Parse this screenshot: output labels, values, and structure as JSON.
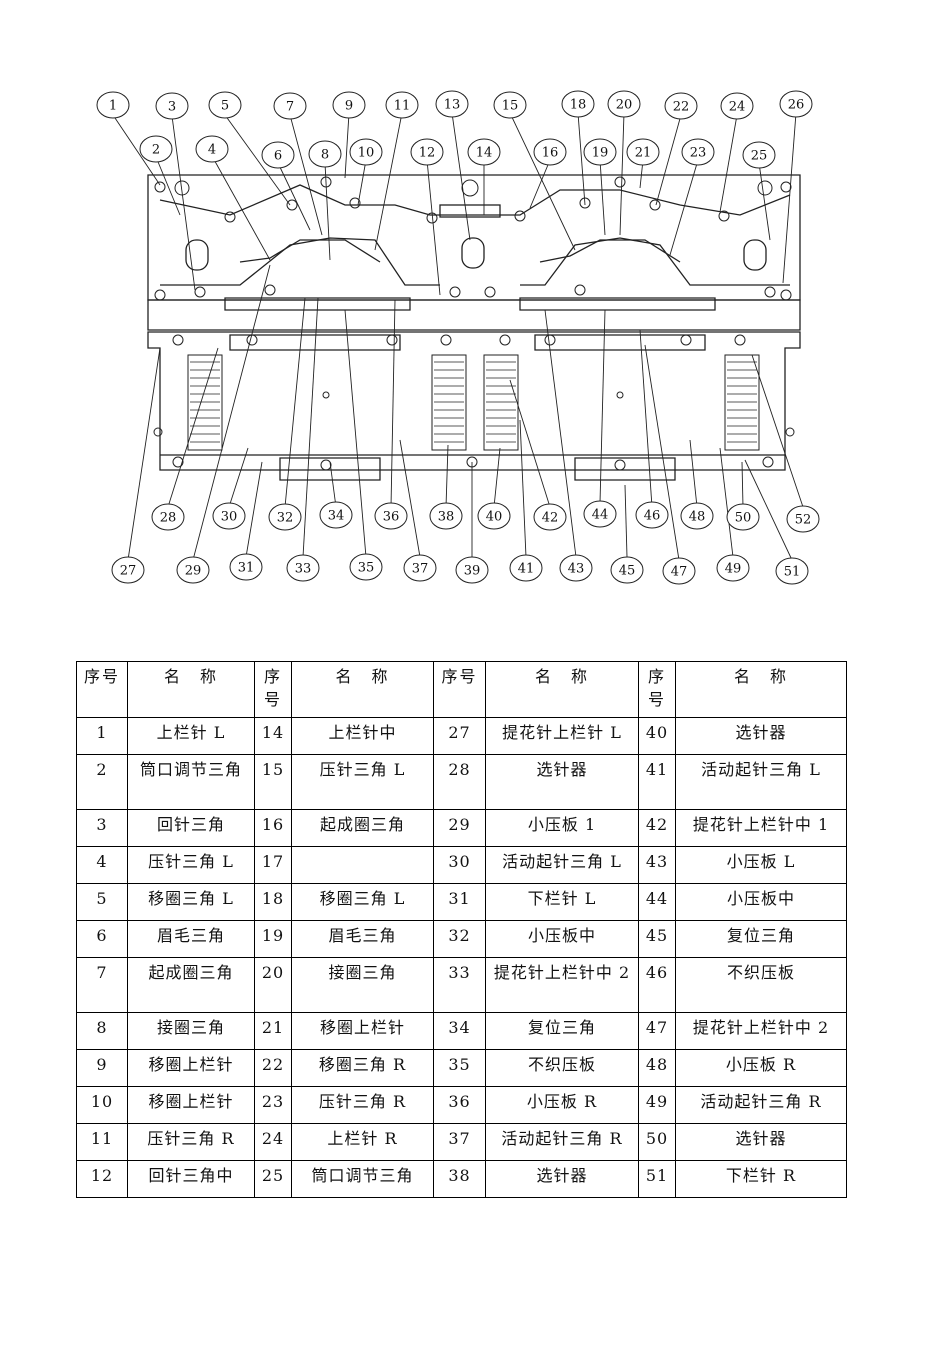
{
  "diagram": {
    "callouts_top": [
      "1",
      "2",
      "3",
      "4",
      "5",
      "6",
      "7",
      "8",
      "9",
      "10",
      "11",
      "12",
      "13",
      "14",
      "15",
      "16",
      "18",
      "19",
      "20",
      "21",
      "22",
      "23",
      "24",
      "25",
      "26"
    ],
    "callouts_bottom": [
      "27",
      "28",
      "29",
      "30",
      "31",
      "32",
      "33",
      "34",
      "35",
      "36",
      "37",
      "38",
      "39",
      "40",
      "41",
      "42",
      "43",
      "44",
      "45",
      "46",
      "47",
      "48",
      "49",
      "50",
      "51",
      "52"
    ]
  },
  "table": {
    "header": {
      "num": "序号",
      "name": "名　称"
    },
    "rows": [
      [
        {
          "n": "1",
          "name": "上栏针 L"
        },
        {
          "n": "14",
          "name": "上栏针中"
        },
        {
          "n": "27",
          "name": "提花针上栏针 L"
        },
        {
          "n": "40",
          "name": "选针器"
        }
      ],
      [
        {
          "n": "2",
          "name": "筒口调节三角"
        },
        {
          "n": "15",
          "name": "压针三角 L"
        },
        {
          "n": "28",
          "name": "选针器"
        },
        {
          "n": "41",
          "name": "活动起针三角 L"
        }
      ],
      [
        {
          "n": "3",
          "name": "回针三角"
        },
        {
          "n": "16",
          "name": "起成圈三角"
        },
        {
          "n": "29",
          "name": "小压板 1"
        },
        {
          "n": "42",
          "name": "提花针上栏针中 1"
        }
      ],
      [
        {
          "n": "4",
          "name": "压针三角 L"
        },
        {
          "n": "17",
          "name": ""
        },
        {
          "n": "30",
          "name": "活动起针三角 L"
        },
        {
          "n": "43",
          "name": "小压板 L"
        }
      ],
      [
        {
          "n": "5",
          "name": "移圈三角 L"
        },
        {
          "n": "18",
          "name": "移圈三角 L"
        },
        {
          "n": "31",
          "name": "下栏针 L"
        },
        {
          "n": "44",
          "name": "小压板中"
        }
      ],
      [
        {
          "n": "6",
          "name": "眉毛三角"
        },
        {
          "n": "19",
          "name": "眉毛三角"
        },
        {
          "n": "32",
          "name": "小压板中"
        },
        {
          "n": "45",
          "name": "复位三角"
        }
      ],
      [
        {
          "n": "7",
          "name": "起成圈三角"
        },
        {
          "n": "20",
          "name": "接圈三角"
        },
        {
          "n": "33",
          "name": "提花针上栏针中 2"
        },
        {
          "n": "46",
          "name": "不织压板"
        }
      ],
      [
        {
          "n": "8",
          "name": "接圈三角"
        },
        {
          "n": "21",
          "name": "移圈上栏针"
        },
        {
          "n": "34",
          "name": "复位三角"
        },
        {
          "n": "47",
          "name": "提花针上栏针中 2"
        }
      ],
      [
        {
          "n": "9",
          "name": "移圈上栏针"
        },
        {
          "n": "22",
          "name": "移圈三角 R"
        },
        {
          "n": "35",
          "name": "不织压板"
        },
        {
          "n": "48",
          "name": "小压板 R"
        }
      ],
      [
        {
          "n": "10",
          "name": "移圈上栏针"
        },
        {
          "n": "23",
          "name": "压针三角 R"
        },
        {
          "n": "36",
          "name": "小压板 R"
        },
        {
          "n": "49",
          "name": "活动起针三角 R"
        }
      ],
      [
        {
          "n": "11",
          "name": "压针三角 R"
        },
        {
          "n": "24",
          "name": "上栏针 R"
        },
        {
          "n": "37",
          "name": "活动起针三角 R"
        },
        {
          "n": "50",
          "name": "选针器"
        }
      ],
      [
        {
          "n": "12",
          "name": "回针三角中"
        },
        {
          "n": "25",
          "name": "筒口调节三角"
        },
        {
          "n": "38",
          "name": "选针器"
        },
        {
          "n": "51",
          "name": "下栏针 R"
        }
      ]
    ]
  }
}
